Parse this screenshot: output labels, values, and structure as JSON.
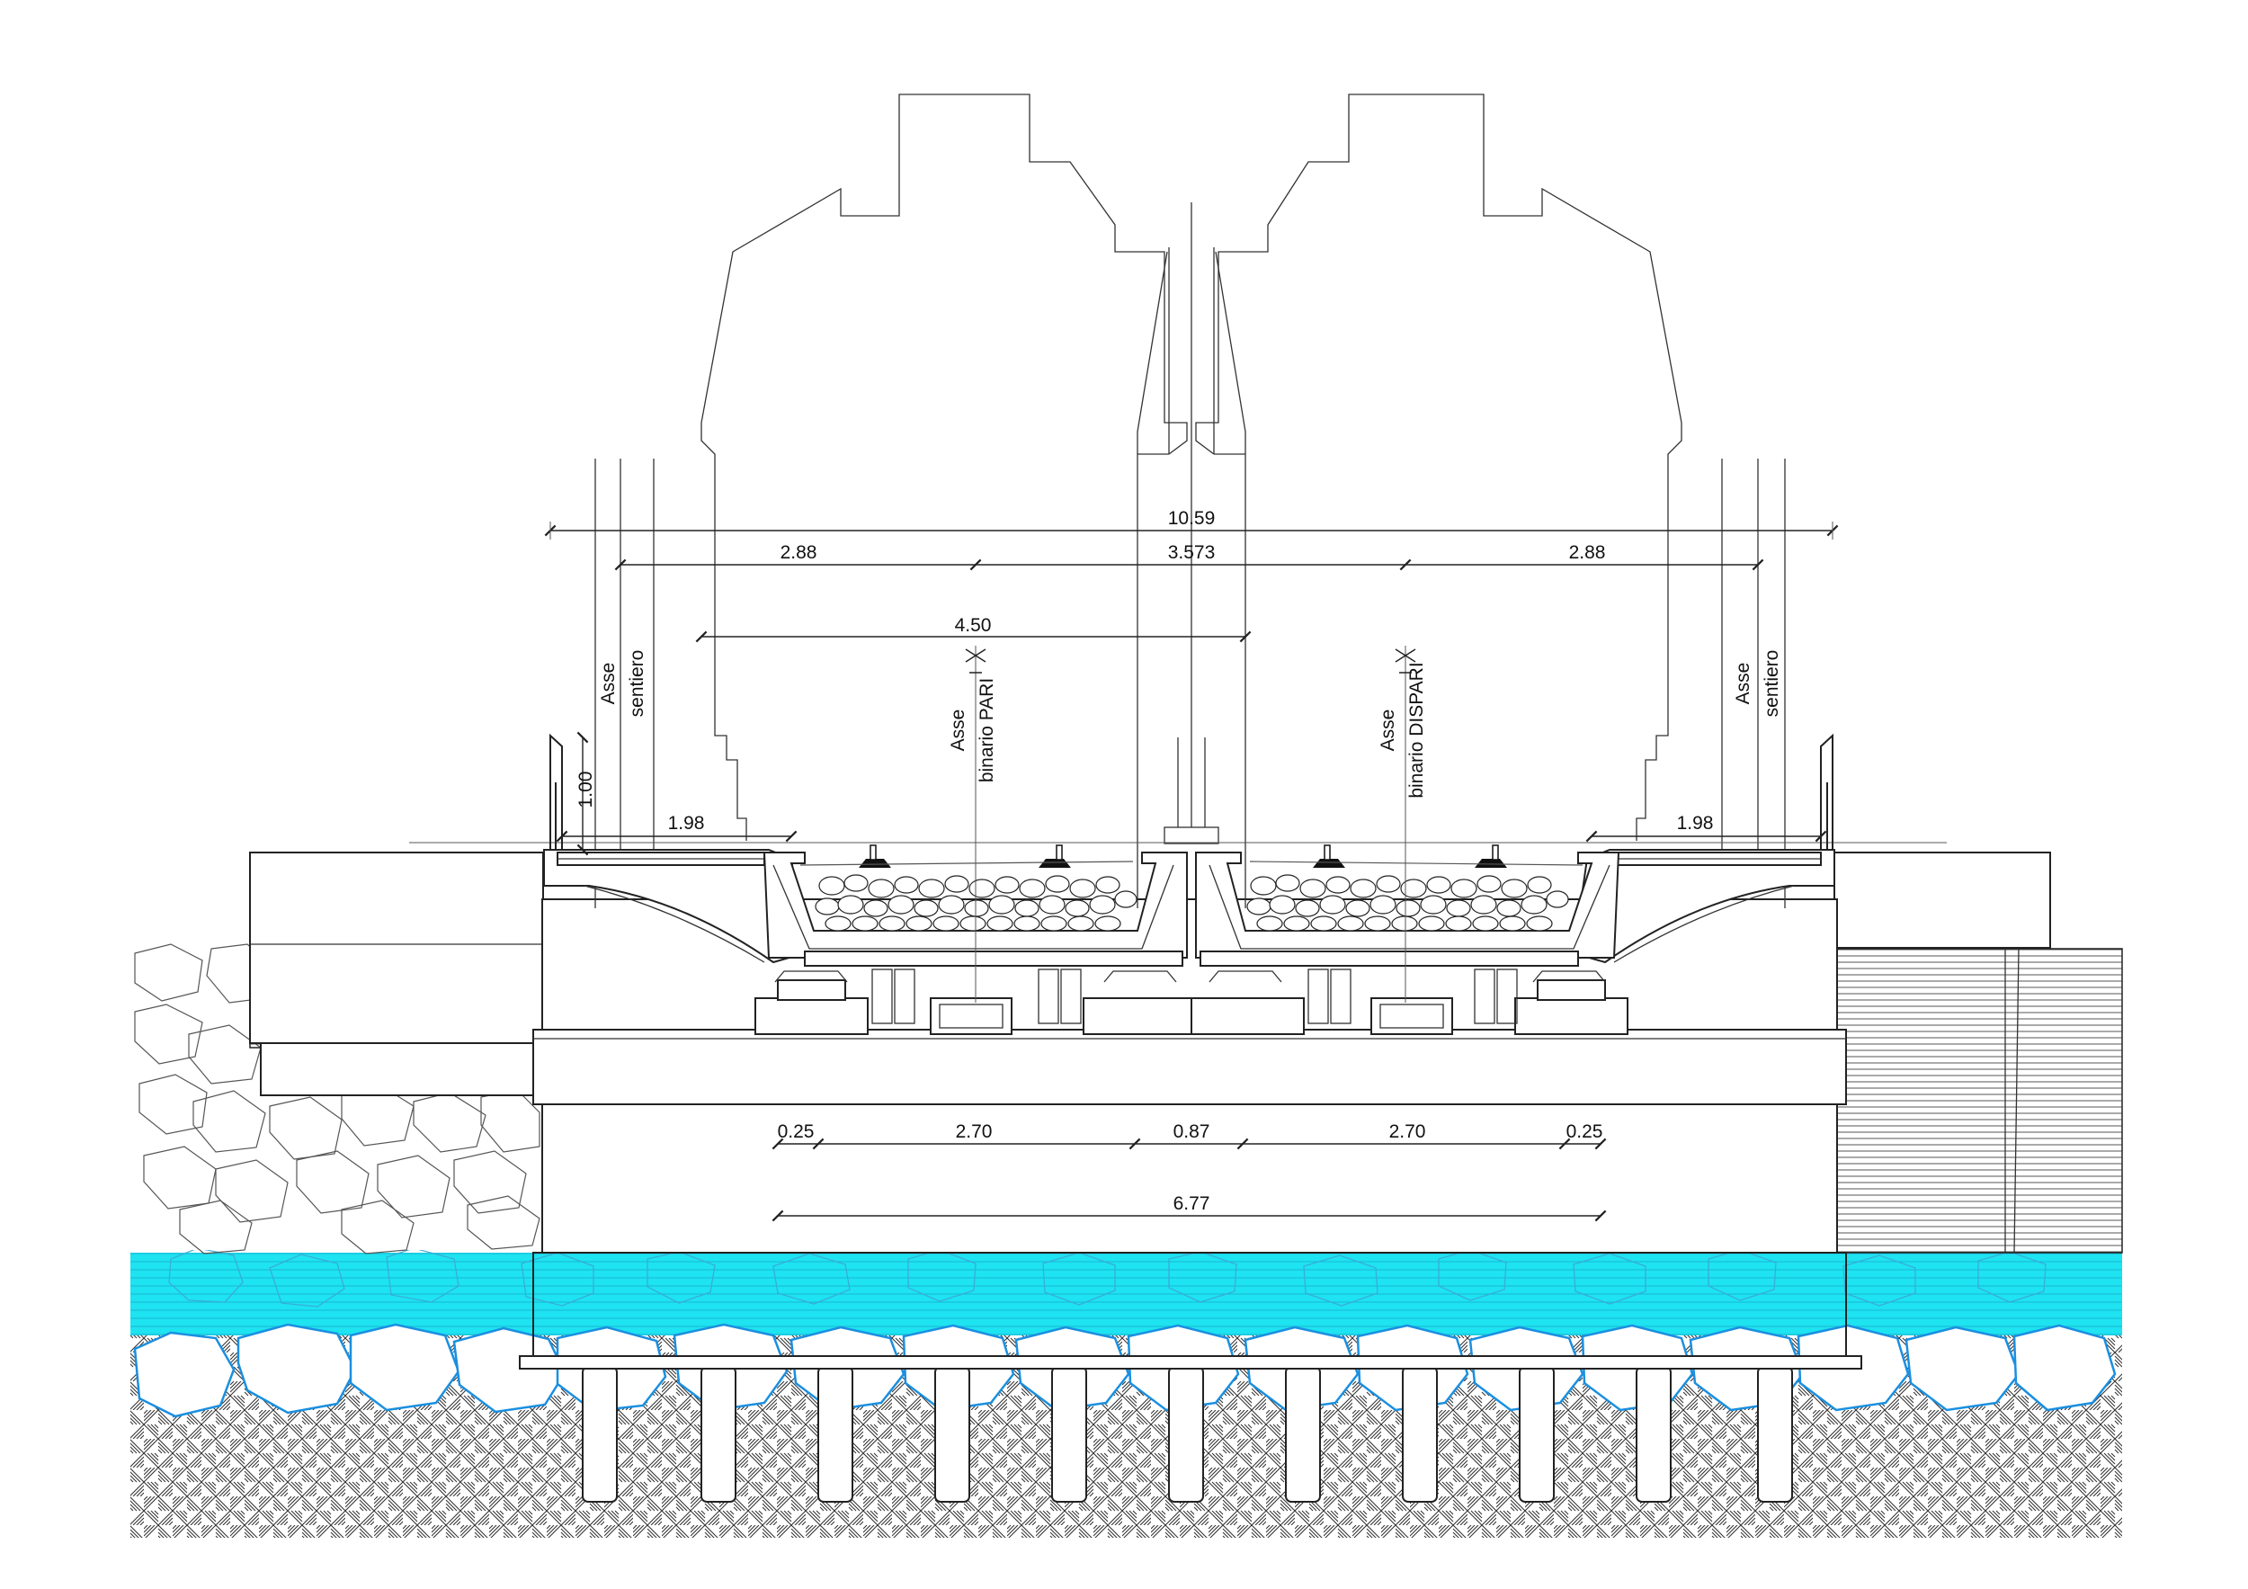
{
  "dimensions": {
    "overall_width": "10.59",
    "left_span": "2.88",
    "center_span": "3.573",
    "right_span": "2.88",
    "gauge_width": "4.50",
    "walkway_left": "1.98",
    "walkway_right": "1.98",
    "parapet_height": "1.00",
    "base_left_edge": "0.25",
    "base_left_span": "2.70",
    "base_center": "0.87",
    "base_right_span": "2.70",
    "base_right_edge": "0.25",
    "base_total": "6.77"
  },
  "labels": {
    "path_axis_left_1": "Asse",
    "path_axis_left_2": "sentiero",
    "path_axis_right_1": "Asse",
    "path_axis_right_2": "sentiero",
    "track_even_1": "Asse",
    "track_even_2": "binario PARI",
    "track_odd_1": "Asse",
    "track_odd_2": "binario DISPARI"
  },
  "colors": {
    "water": "#1ee3f0",
    "boulder_outline": "#1a8fe0",
    "line": "#222222"
  }
}
